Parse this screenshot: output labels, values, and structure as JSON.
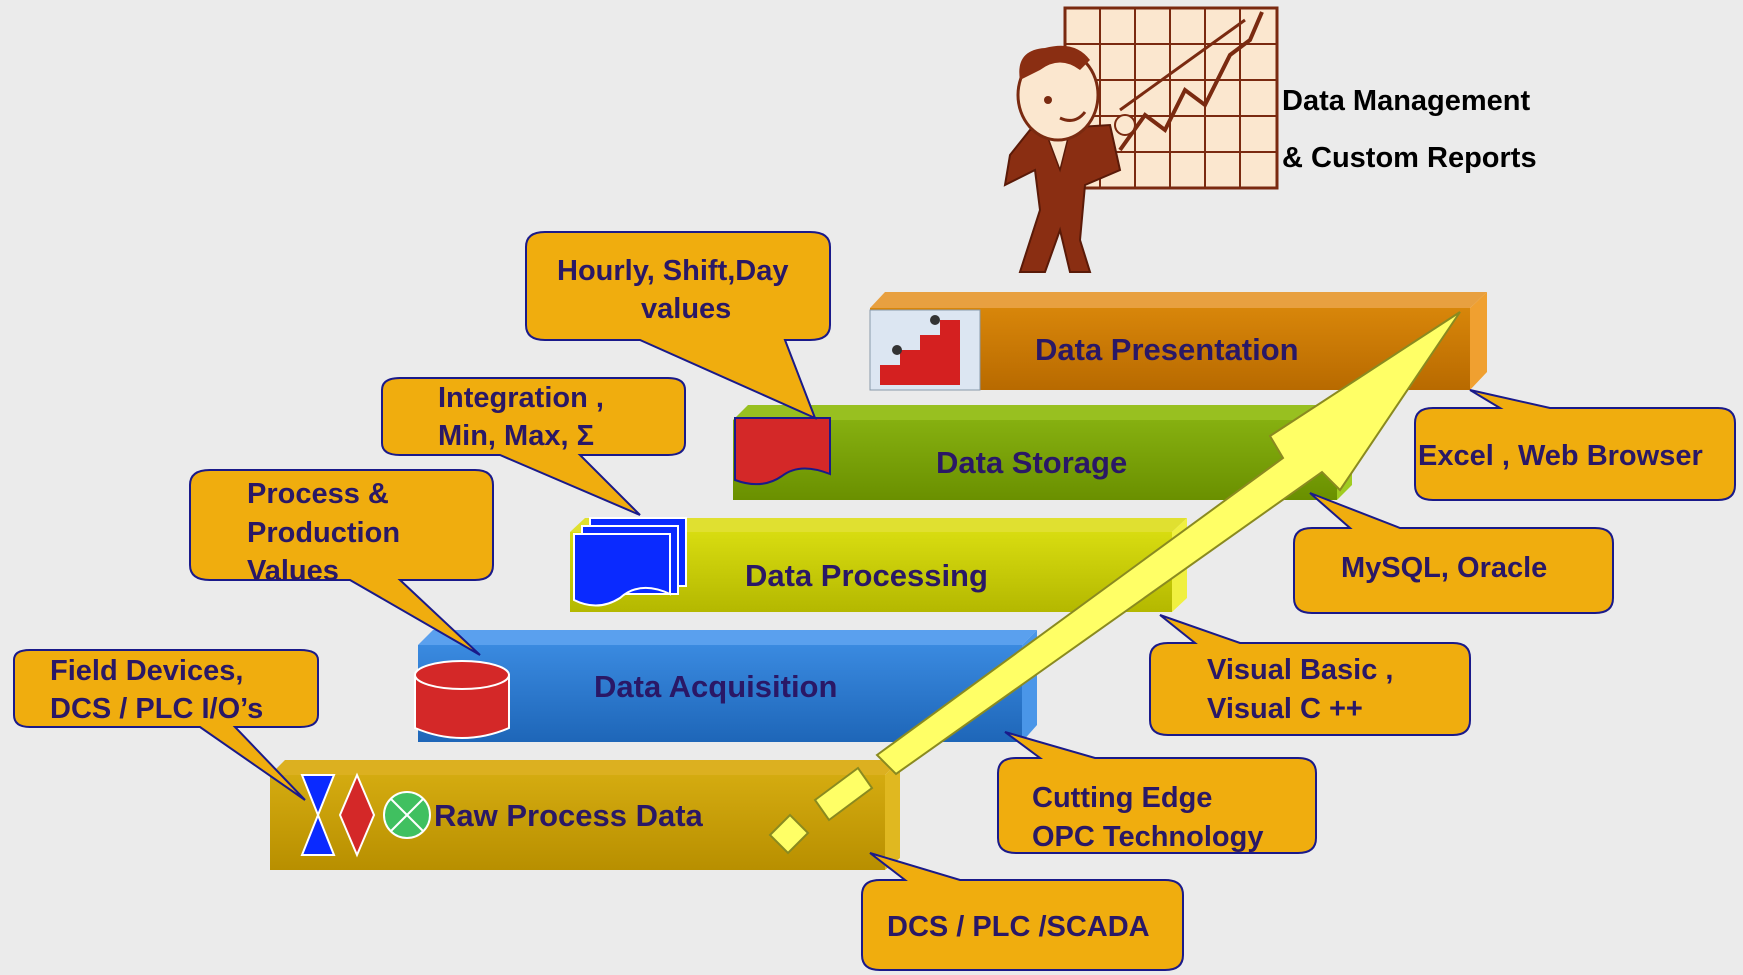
{
  "colors": {
    "background": "#ebebeb",
    "callout_fill": "#f0ad0e",
    "callout_stroke": "#1a1a8a",
    "label_text": "#2a1866",
    "arrow_fill": "#ffff66",
    "raw_layer": "#c8a000",
    "acquisition_layer": "#2b7bcf",
    "processing_layer": "#c8cc00",
    "storage_layer": "#78a000",
    "presentation_layer": "#cc7a00"
  },
  "header": {
    "line1": "Data Management",
    "line2": "& Custom Reports"
  },
  "layers": [
    {
      "label": "Raw Process  Data"
    },
    {
      "label": "Data Acquisition"
    },
    {
      "label": "Data Processing"
    },
    {
      "label": "Data Storage"
    },
    {
      "label": "Data Presentation"
    }
  ],
  "left_callouts": {
    "field": {
      "line1": "Field Devices,",
      "line2": "DCS / PLC I/O’s"
    },
    "process": {
      "line1": "Process &",
      "line2": "Production",
      "line3": "Values"
    },
    "integration": {
      "line1": "Integration ,",
      "line2": "Min, Max, Σ"
    },
    "hourly": {
      "line1": "Hourly, Shift,Day",
      "line2": "values"
    }
  },
  "right_callouts": {
    "dcs": {
      "line1": "DCS / PLC /SCADA"
    },
    "opc": {
      "line1": "Cutting Edge",
      "line2": "OPC Technology"
    },
    "vb": {
      "line1": "Visual Basic ,",
      "line2": "Visual C ++"
    },
    "db": {
      "line1": "MySQL, Oracle"
    },
    "excel": {
      "line1": "Excel , Web Browser"
    }
  },
  "icons": {
    "raw": [
      "hourglass-icon",
      "diamond-icon",
      "valve-icon"
    ],
    "acquisition": "database-cylinder-icon",
    "processing": "documents-stack-icon",
    "storage": "document-icon",
    "presentation": "stairs-growth-picture",
    "presenter": "presenter-with-chart-clipart"
  }
}
